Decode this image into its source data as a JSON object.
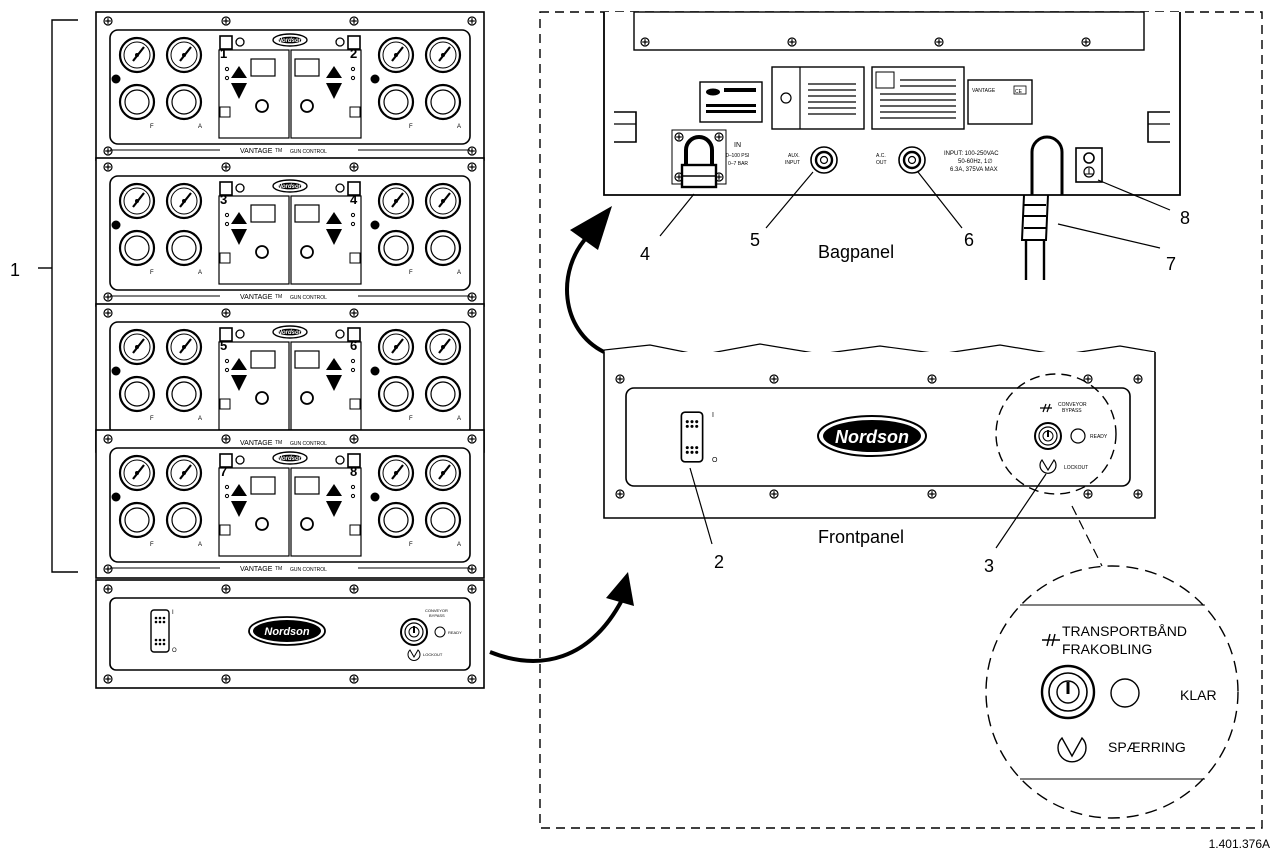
{
  "callouts": {
    "c1": "1",
    "c2": "2",
    "c3": "3",
    "c4": "4",
    "c5": "5",
    "c6": "6",
    "c7": "7",
    "c8": "8"
  },
  "labels": {
    "back_panel": "Bagpanel",
    "front_panel": "Frontpanel",
    "figure_id": "1.401.376A"
  },
  "gun_controls": [
    {
      "left": "1",
      "right": "2"
    },
    {
      "left": "3",
      "right": "4"
    },
    {
      "left": "5",
      "right": "6"
    },
    {
      "left": "7",
      "right": "8"
    }
  ],
  "panel_text": {
    "brand": "Nordson",
    "series_prefix": "VANTAGE",
    "tm": "TM",
    "series_suffix": "GUN CONTROL",
    "gauge_f": "F",
    "gauge_a": "A",
    "switch_on": "I",
    "switch_off": "O",
    "conveyor_bypass_1": "CONVEYOR",
    "conveyor_bypass_2": "BYPASS",
    "ready": "READY",
    "lockout": "LOCKOUT"
  },
  "back_text": {
    "in_1": "IN",
    "in_2": "0–100 PSI",
    "in_3": "0–7 BAR",
    "aux_1": "AUX.",
    "aux_2": "INPUT",
    "ac_1": "A.C.",
    "ac_2": "OUT",
    "input_1": "INPUT: 100-250VAC",
    "input_2": "50-60Hz, 1∅",
    "input_3": "6.3A, 375VA MAX",
    "vantage_label": "VANTAGE",
    "ce": "CE"
  },
  "detail": {
    "line1": "TRANSPORTBÅND",
    "line2": "FRAKOBLING",
    "ready": "KLAR",
    "lockout": "SPÆRRING"
  }
}
